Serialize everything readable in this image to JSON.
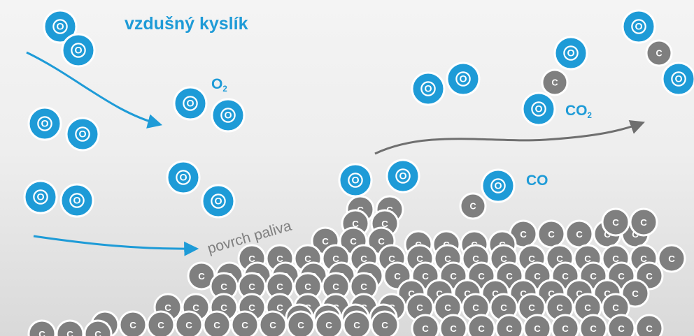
{
  "labels": {
    "air_oxygen": "vzdušný kyslík",
    "o2_formula": "O",
    "o2_subscript": "2",
    "co2_formula": "CO",
    "co2_subscript": "2",
    "co_formula": "CO",
    "fuel_surface": "povrch paliva"
  },
  "atoms": {
    "oxygen_symbol": "O",
    "carbon_symbol": "C"
  },
  "colors": {
    "oxygen": "#1e9bd7",
    "carbon": "#7f7f7f",
    "arrow_blue": "#1e9bd7",
    "arrow_grey": "#6f6f6f",
    "background_top": "#f4f4f4",
    "background_bottom": "#d9d9d9"
  }
}
